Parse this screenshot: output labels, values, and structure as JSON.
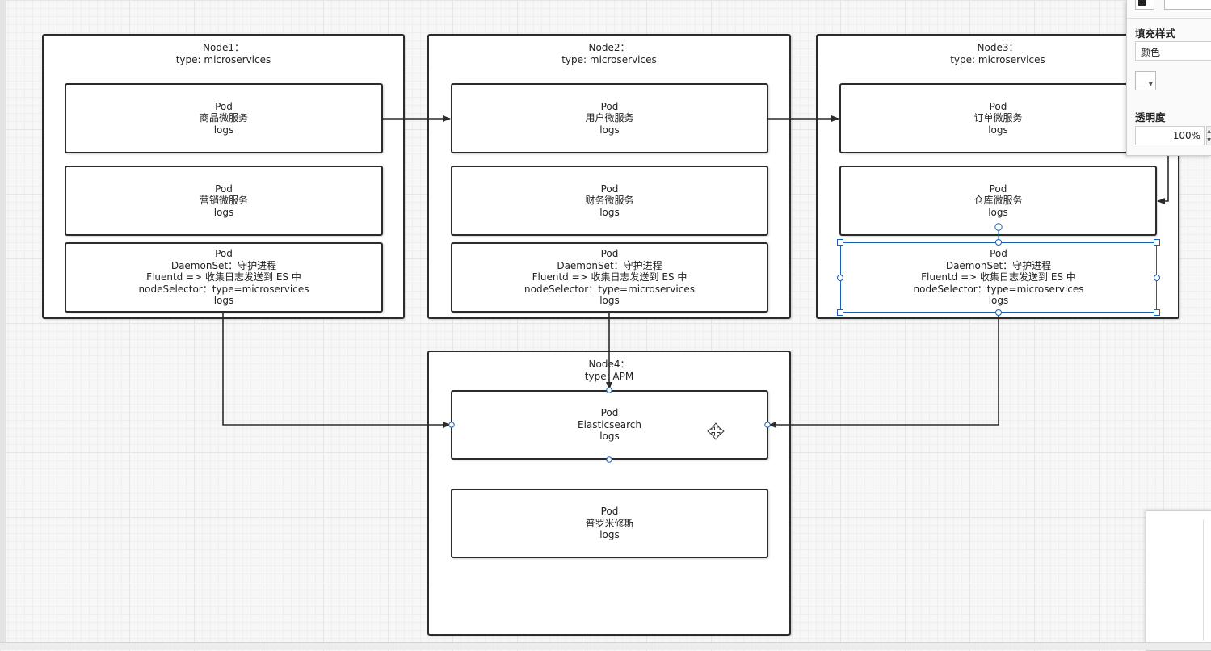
{
  "nodes": [
    {
      "id": "node1",
      "name": "Node1：",
      "type": "type: microservices"
    },
    {
      "id": "node2",
      "name": "Node2：",
      "type": "type: microservices"
    },
    {
      "id": "node3",
      "name": "Node3：",
      "type": "type: microservices"
    },
    {
      "id": "node4",
      "name": "Node4：",
      "type": "type: APM"
    }
  ],
  "pods": {
    "n1_goods": [
      "Pod",
      "商品微服务",
      "logs"
    ],
    "n1_marketing": [
      "Pod",
      "营销微服务",
      "logs"
    ],
    "n1_daemon": [
      "Pod",
      "DaemonSet：守护进程",
      "Fluentd => 收集日志发送到 ES 中",
      "nodeSelector：type=microservices",
      "logs"
    ],
    "n2_user": [
      "Pod",
      "用户微服务",
      "logs"
    ],
    "n2_finance": [
      "Pod",
      "财务微服务",
      "logs"
    ],
    "n2_daemon": [
      "Pod",
      "DaemonSet：守护进程",
      "Fluentd => 收集日志发送到 ES 中",
      "nodeSelector：type=microservices",
      "logs"
    ],
    "n3_order": [
      "Pod",
      "订单微服务",
      "logs"
    ],
    "n3_warehouse": [
      "Pod",
      "仓库微服务",
      "logs"
    ],
    "n3_daemon": [
      "Pod",
      "DaemonSet：守护进程",
      "Fluentd => 收集日志发送到 ES 中",
      "nodeSelector：type=microservices",
      "logs"
    ],
    "n4_es": [
      "Pod",
      "Elasticsearch",
      "logs"
    ],
    "n4_prometheus": [
      "Pod",
      "普罗米修斯",
      "logs"
    ]
  },
  "format_panel": {
    "fill_style_label": "填充样式",
    "fill_style_value": "颜色",
    "opacity_label": "透明度",
    "opacity_value": "100%"
  },
  "colors": {
    "stroke": "#2b2b2b",
    "selection": "#1a5fb4",
    "handle_fill": "#ffffff"
  }
}
